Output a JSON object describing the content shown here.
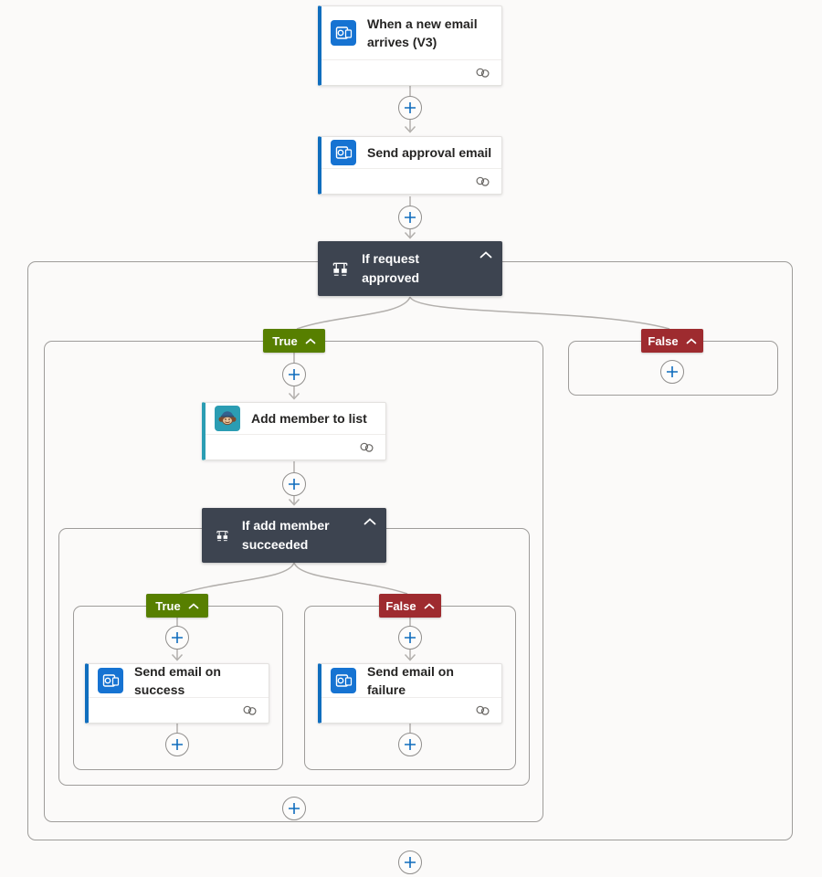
{
  "flow": {
    "trigger": {
      "title": "When a new email arrives (V3)",
      "icon": "outlook-icon",
      "footer_icon": "connections-icon"
    },
    "send_approval": {
      "title": "Send approval email",
      "icon": "outlook-icon",
      "footer_icon": "connections-icon"
    },
    "condition_request": {
      "title": "If request approved",
      "icon": "condition-icon",
      "collapse_icon": "chevron-up-icon",
      "true_label": "True",
      "false_label": "False"
    },
    "add_member": {
      "title": "Add member to list",
      "icon": "mailchimp-icon",
      "footer_icon": "connections-icon"
    },
    "condition_member": {
      "title": "If add member succeeded",
      "icon": "condition-icon",
      "collapse_icon": "chevron-up-icon",
      "true_label": "True",
      "false_label": "False"
    },
    "send_success": {
      "title": "Send email on success",
      "icon": "outlook-icon",
      "footer_icon": "connections-icon"
    },
    "send_failure": {
      "title": "Send email on failure",
      "icon": "outlook-icon",
      "footer_icon": "connections-icon"
    }
  },
  "insert_button": {
    "icon": "plus-icon"
  },
  "colors": {
    "canvas_bg": "#fbfaf9",
    "card_bg": "#ffffff",
    "outlook_accent": "#106ebe",
    "mailchimp_accent": "#2b9db3",
    "condition_bg": "#3d4450",
    "true_badge": "#577f00",
    "false_badge": "#9e2b2f",
    "container_border": "#9e9c9a",
    "connector": "#b3b0ad",
    "plus_icon_blue": "#0f6cbd"
  }
}
